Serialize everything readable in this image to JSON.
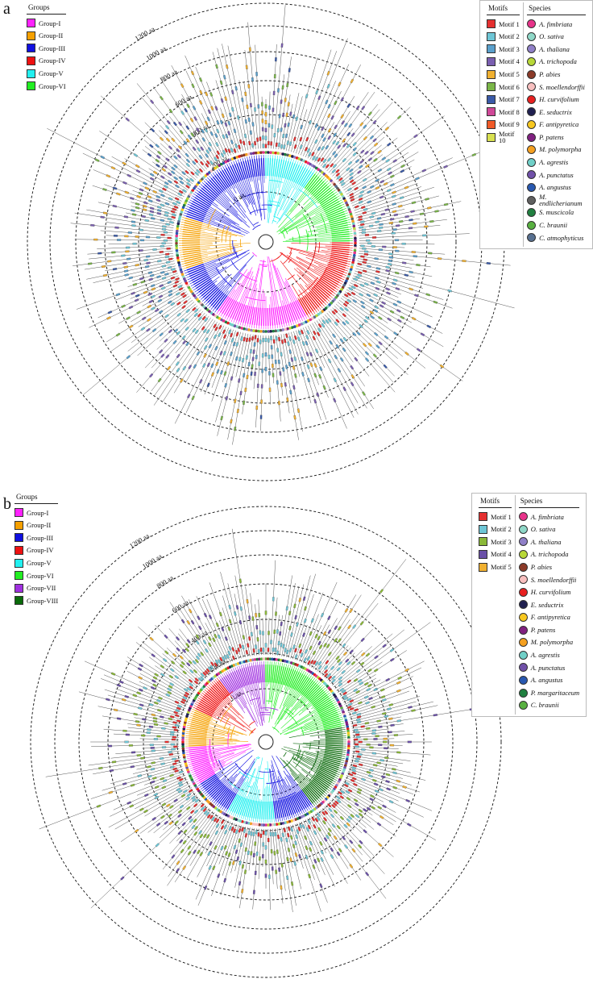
{
  "panel_a": {
    "letter": "a",
    "scale_labels": [
      "0 aa.",
      "200 aa.",
      "400 aa.",
      "600 aa.",
      "800 aa.",
      "1000 aa.",
      "1200 aa."
    ],
    "groups_title": "Groups",
    "groups": [
      {
        "label": "Group-I",
        "color": "#ff22ff"
      },
      {
        "label": "Group-II",
        "color": "#f5a000"
      },
      {
        "label": "Group-III",
        "color": "#1010e0"
      },
      {
        "label": "Group-IV",
        "color": "#ee1111"
      },
      {
        "label": "Group-V",
        "color": "#22f0f0"
      },
      {
        "label": "Group-VI",
        "color": "#22ee22"
      }
    ],
    "motifs_title": "Motifs",
    "motifs": [
      {
        "label": "Motif 1",
        "color": "#e53030"
      },
      {
        "label": "Motif 2",
        "color": "#6ec6d6"
      },
      {
        "label": "Motif 3",
        "color": "#5aa0cc"
      },
      {
        "label": "Motif 4",
        "color": "#7a5fb0"
      },
      {
        "label": "Motif 5",
        "color": "#f0b030"
      },
      {
        "label": "Motif 6",
        "color": "#7ab648"
      },
      {
        "label": "Motif 7",
        "color": "#3a5aa8"
      },
      {
        "label": "Motif 8",
        "color": "#d04898"
      },
      {
        "label": "Motif 9",
        "color": "#f05a28"
      },
      {
        "label": "Motif 10",
        "color": "#d8e050"
      }
    ],
    "species_title": "Species",
    "species": [
      {
        "label": "A. fimbriata",
        "color": "#e8338a"
      },
      {
        "label": "O. sativa",
        "color": "#8fd8c8"
      },
      {
        "label": "A. thaliana",
        "color": "#9080c8"
      },
      {
        "label": "A. trichopoda",
        "color": "#b8d838"
      },
      {
        "label": "P. abies",
        "color": "#8b3a28"
      },
      {
        "label": "S. moellendorffii",
        "color": "#f8c0c0"
      },
      {
        "label": "H. curvifolium",
        "color": "#e82020"
      },
      {
        "label": "E. seductrix",
        "color": "#202050"
      },
      {
        "label": "F. antipyretica",
        "color": "#f8c820"
      },
      {
        "label": "P. patens",
        "color": "#802080"
      },
      {
        "label": "M. polymorpha",
        "color": "#f5a020"
      },
      {
        "label": "A. agrestis",
        "color": "#70d0c8"
      },
      {
        "label": "A. punctatus",
        "color": "#7050a8"
      },
      {
        "label": "A. angustus",
        "color": "#2858b0"
      },
      {
        "label": "M. endlicherianum",
        "color": "#606060"
      },
      {
        "label": "S. muscicola",
        "color": "#208040"
      },
      {
        "label": "C. braunii",
        "color": "#58b040"
      },
      {
        "label": "C. atmophyticus",
        "color": "#587090"
      }
    ]
  },
  "panel_b": {
    "letter": "b",
    "scale_labels": [
      "0 aa.",
      "200 aa.",
      "400 aa.",
      "600 aa.",
      "800 aa.",
      "1000 aa.",
      "1200 aa."
    ],
    "groups_title": "Groups",
    "groups": [
      {
        "label": "Group-I",
        "color": "#ff22ff"
      },
      {
        "label": "Group-II",
        "color": "#f5a000"
      },
      {
        "label": "Group-III",
        "color": "#1010e0"
      },
      {
        "label": "Group-IV",
        "color": "#ee1111"
      },
      {
        "label": "Group-V",
        "color": "#22f0f0"
      },
      {
        "label": "Group-VI",
        "color": "#22ee22"
      },
      {
        "label": "Group-VII",
        "color": "#a030e0"
      },
      {
        "label": "Group-VIII",
        "color": "#0a6a0a"
      }
    ],
    "motifs_title": "Motifs",
    "motifs": [
      {
        "label": "Motif 1",
        "color": "#e53030"
      },
      {
        "label": "Motif 2",
        "color": "#6ec6d6"
      },
      {
        "label": "Motif 3",
        "color": "#8ab838"
      },
      {
        "label": "Motif 4",
        "color": "#6a50a8"
      },
      {
        "label": "Motif 5",
        "color": "#f0b030"
      }
    ],
    "species_title": "Species",
    "species": [
      {
        "label": "A. fimbriata",
        "color": "#e8338a"
      },
      {
        "label": "O. sativa",
        "color": "#8fd8c8"
      },
      {
        "label": "A. thaliana",
        "color": "#9080c8"
      },
      {
        "label": "A. trichopoda",
        "color": "#b8d838"
      },
      {
        "label": "P. abies",
        "color": "#8b3a28"
      },
      {
        "label": "S. moellendorffii",
        "color": "#f8c0c0"
      },
      {
        "label": "H. curvifolium",
        "color": "#e82020"
      },
      {
        "label": "E. seductrix",
        "color": "#202050"
      },
      {
        "label": "F. antipyretica",
        "color": "#f8c820"
      },
      {
        "label": "P. patens",
        "color": "#802080"
      },
      {
        "label": "M. polymorpha",
        "color": "#f5a020"
      },
      {
        "label": "A. agrestis",
        "color": "#70d0c8"
      },
      {
        "label": "A. punctatus",
        "color": "#7050a8"
      },
      {
        "label": "A. angustus",
        "color": "#2858b0"
      },
      {
        "label": "P. margaritaceum",
        "color": "#208040"
      },
      {
        "label": "C. braunii",
        "color": "#58b040"
      }
    ]
  }
}
